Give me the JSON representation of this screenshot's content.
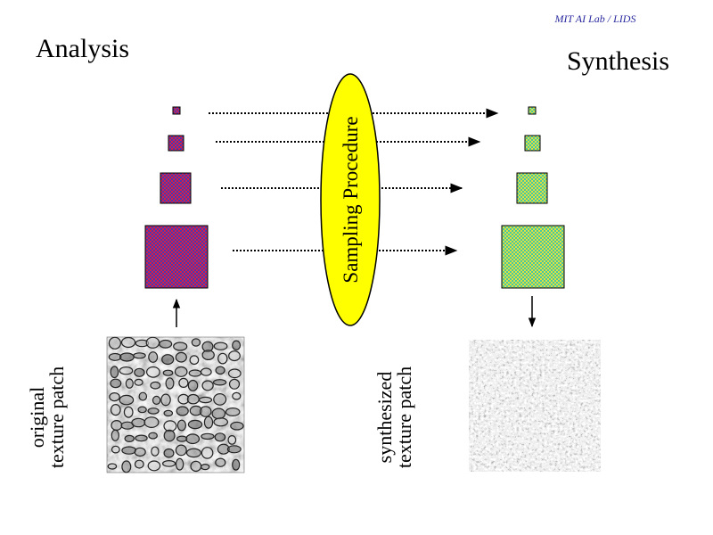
{
  "header": {
    "affiliation": "MIT AI Lab / LIDS",
    "left_title": "Analysis",
    "right_title": "Synthesis"
  },
  "center": {
    "label": "Sampling Procedure"
  },
  "labels": {
    "original_line1": "original",
    "original_line2": "texture patch",
    "synth_line1": "synthesized",
    "synth_line2": "texture patch"
  },
  "colors": {
    "affiliation_text": "#2b2ba0",
    "analysis_a": "#d6204a",
    "analysis_b": "#4a38b0",
    "synthesis_a": "#e0e040",
    "synthesis_b": "#48c8a0",
    "ellipse_fill": "#ffff00",
    "arrows": "#000000"
  }
}
